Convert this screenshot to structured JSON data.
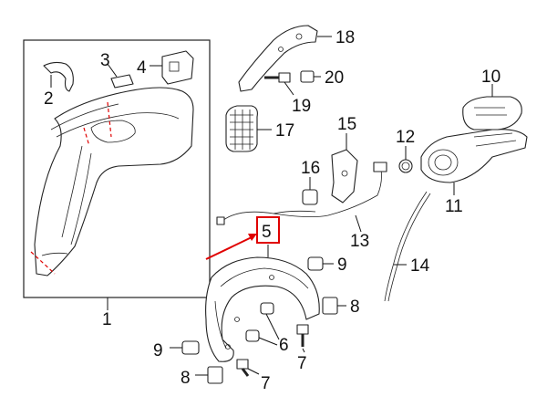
{
  "diagram": {
    "highlight_color": "#e00000",
    "callouts": [
      {
        "id": "c1",
        "text": "1"
      },
      {
        "id": "c2",
        "text": "2"
      },
      {
        "id": "c3",
        "text": "3"
      },
      {
        "id": "c4",
        "text": "4"
      },
      {
        "id": "c5",
        "text": "5"
      },
      {
        "id": "c6",
        "text": "6"
      },
      {
        "id": "c7a",
        "text": "7"
      },
      {
        "id": "c7b",
        "text": "7"
      },
      {
        "id": "c8a",
        "text": "8"
      },
      {
        "id": "c8b",
        "text": "8"
      },
      {
        "id": "c9a",
        "text": "9"
      },
      {
        "id": "c9b",
        "text": "9"
      },
      {
        "id": "c10",
        "text": "10"
      },
      {
        "id": "c11",
        "text": "11"
      },
      {
        "id": "c12",
        "text": "12"
      },
      {
        "id": "c13",
        "text": "13"
      },
      {
        "id": "c14",
        "text": "14"
      },
      {
        "id": "c15",
        "text": "15"
      },
      {
        "id": "c16",
        "text": "16"
      },
      {
        "id": "c17",
        "text": "17"
      },
      {
        "id": "c18",
        "text": "18"
      },
      {
        "id": "c19",
        "text": "19"
      },
      {
        "id": "c20",
        "text": "20"
      }
    ]
  }
}
